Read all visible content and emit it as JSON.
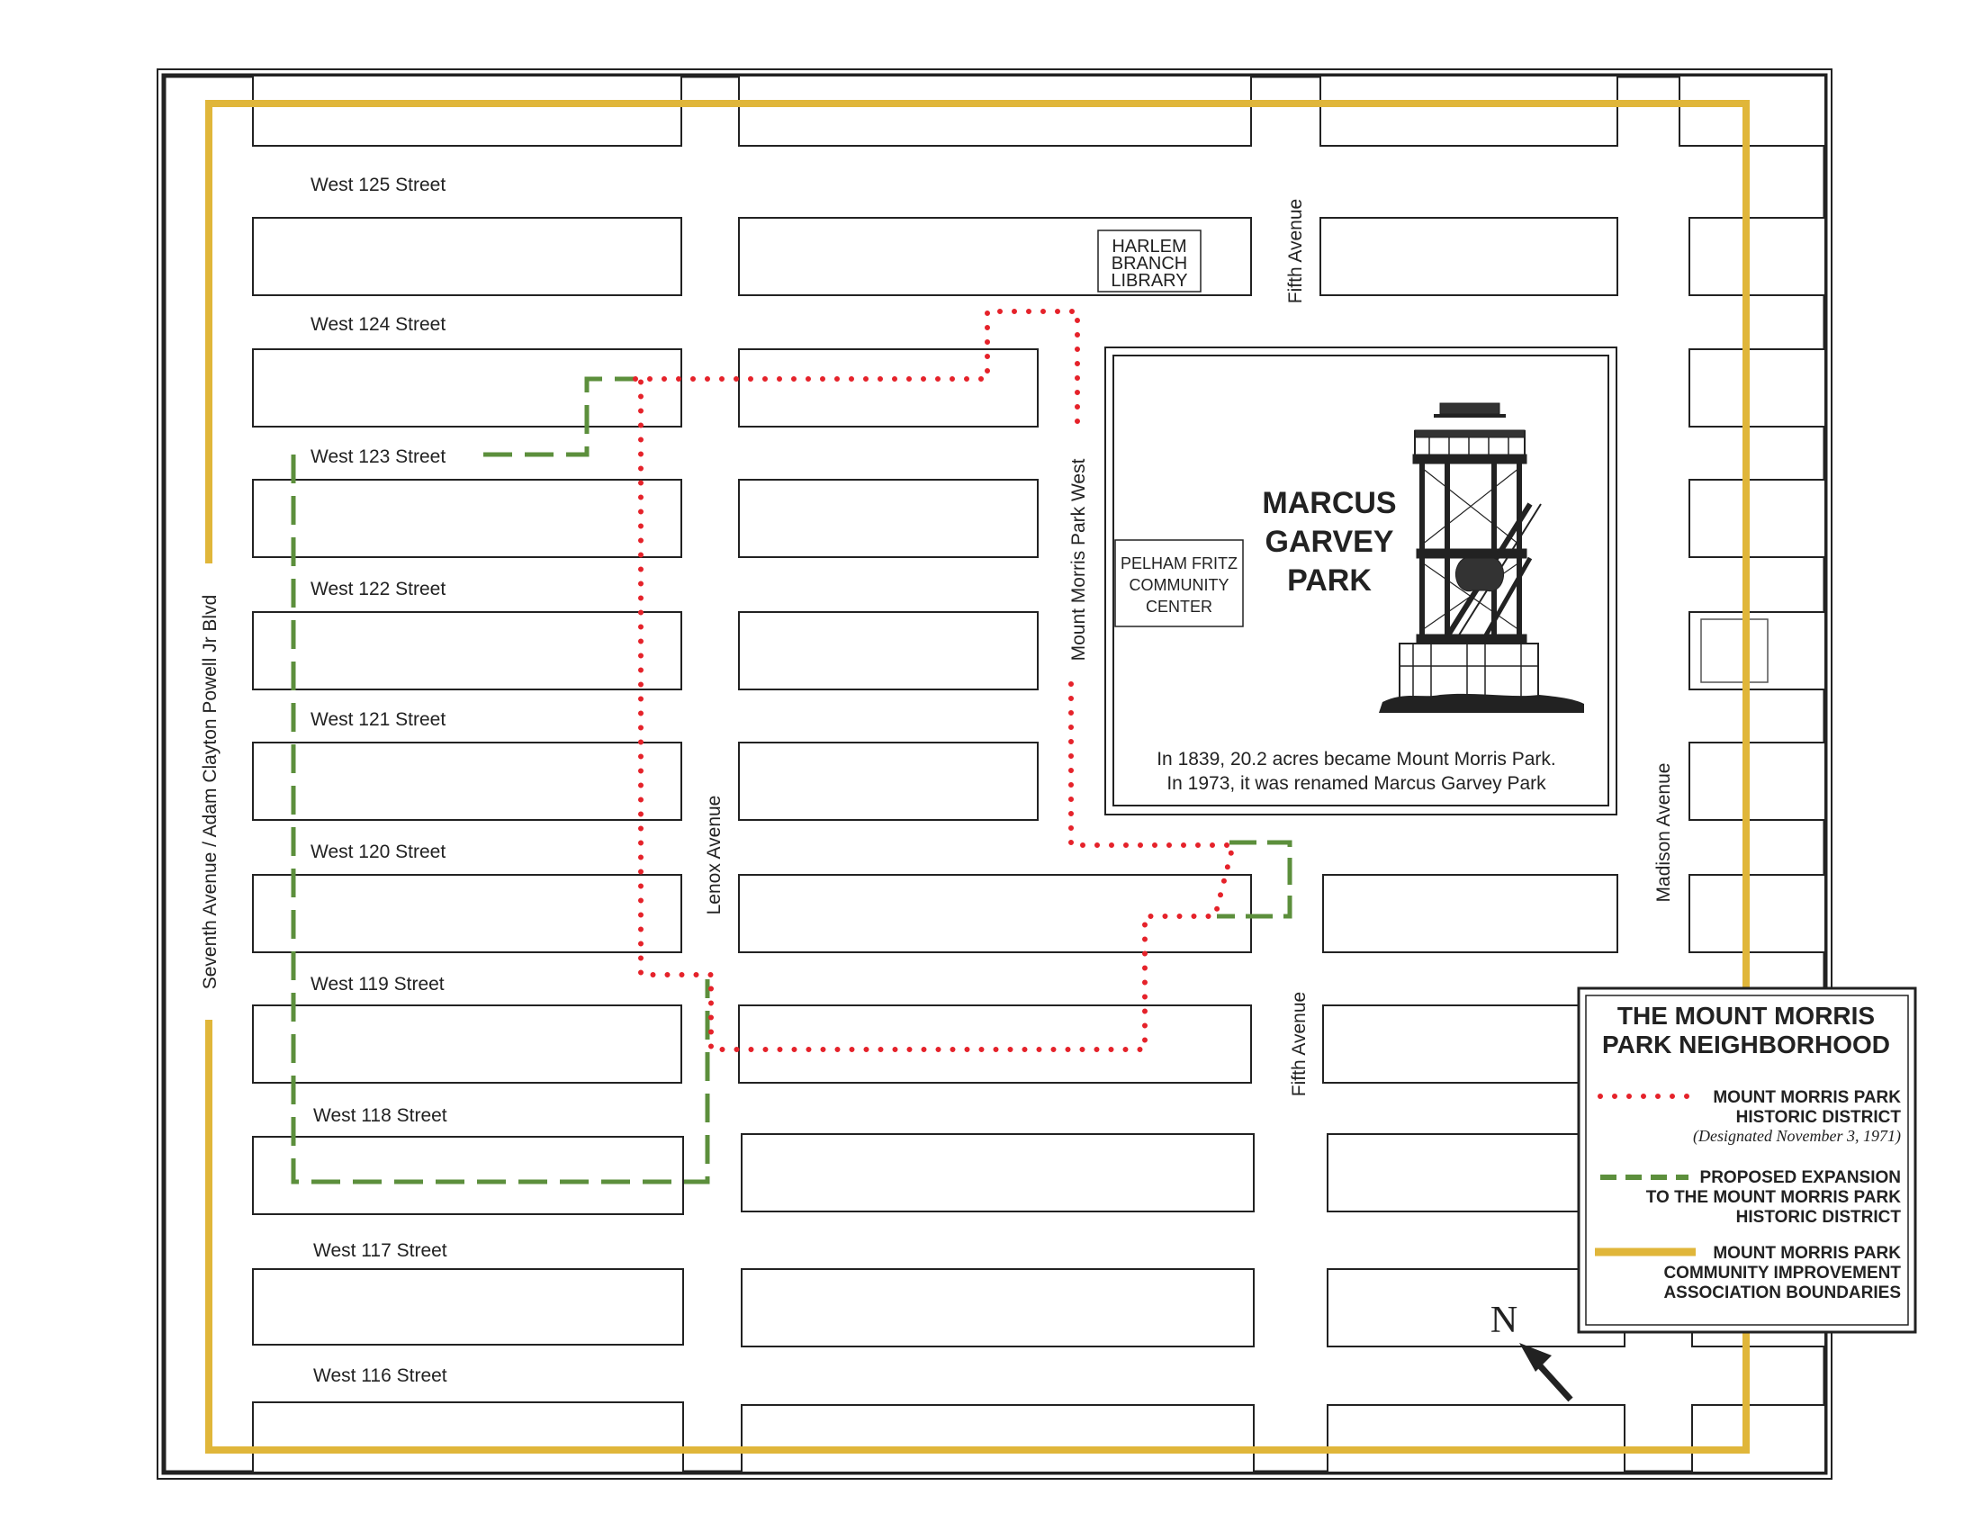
{
  "map": {
    "streets": [
      "West 125 Street",
      "West 124 Street",
      "West 123 Street",
      "West 122 Street",
      "West 121 Street",
      "West 120 Street",
      "West 119 Street",
      "West 118 Street",
      "West 117 Street",
      "West 116 Street"
    ],
    "avenues": {
      "seventh": "Seventh Avenue / Adam Clayton Powell Jr Blvd",
      "lenox": "Lenox Avenue",
      "mmpw": "Mount Morris Park West",
      "fifth_north": "Fifth Avenue",
      "fifth_south": "Fifth Avenue",
      "madison": "Madison Avenue"
    },
    "library": [
      "HARLEM",
      "BRANCH",
      "LIBRARY"
    ],
    "community_center": [
      "PELHAM FRITZ",
      "COMMUNITY",
      "CENTER"
    ],
    "park": {
      "name": [
        "MARCUS",
        "GARVEY",
        "PARK"
      ],
      "caption1": "In 1839, 20.2 acres became Mount Morris Park.",
      "caption2": "In 1973, it was renamed Marcus Garvey Park"
    },
    "north_label": "N",
    "colors": {
      "historic": "#e5222a",
      "expansion": "#5c8f3c",
      "association": "#e0b63a",
      "outline": "#222222"
    }
  },
  "legend": {
    "title": [
      "THE MOUNT MORRIS",
      "PARK NEIGHBORHOOD"
    ],
    "historic": [
      "MOUNT MORRIS PARK",
      "HISTORIC DISTRICT",
      "(Designated November 3, 1971)"
    ],
    "expansion": [
      "PROPOSED EXPANSION",
      "TO THE MOUNT MORRIS PARK",
      "HISTORIC DISTRICT"
    ],
    "association": [
      "MOUNT MORRIS PARK",
      "COMMUNITY IMPROVEMENT",
      "ASSOCIATION BOUNDARIES"
    ]
  }
}
